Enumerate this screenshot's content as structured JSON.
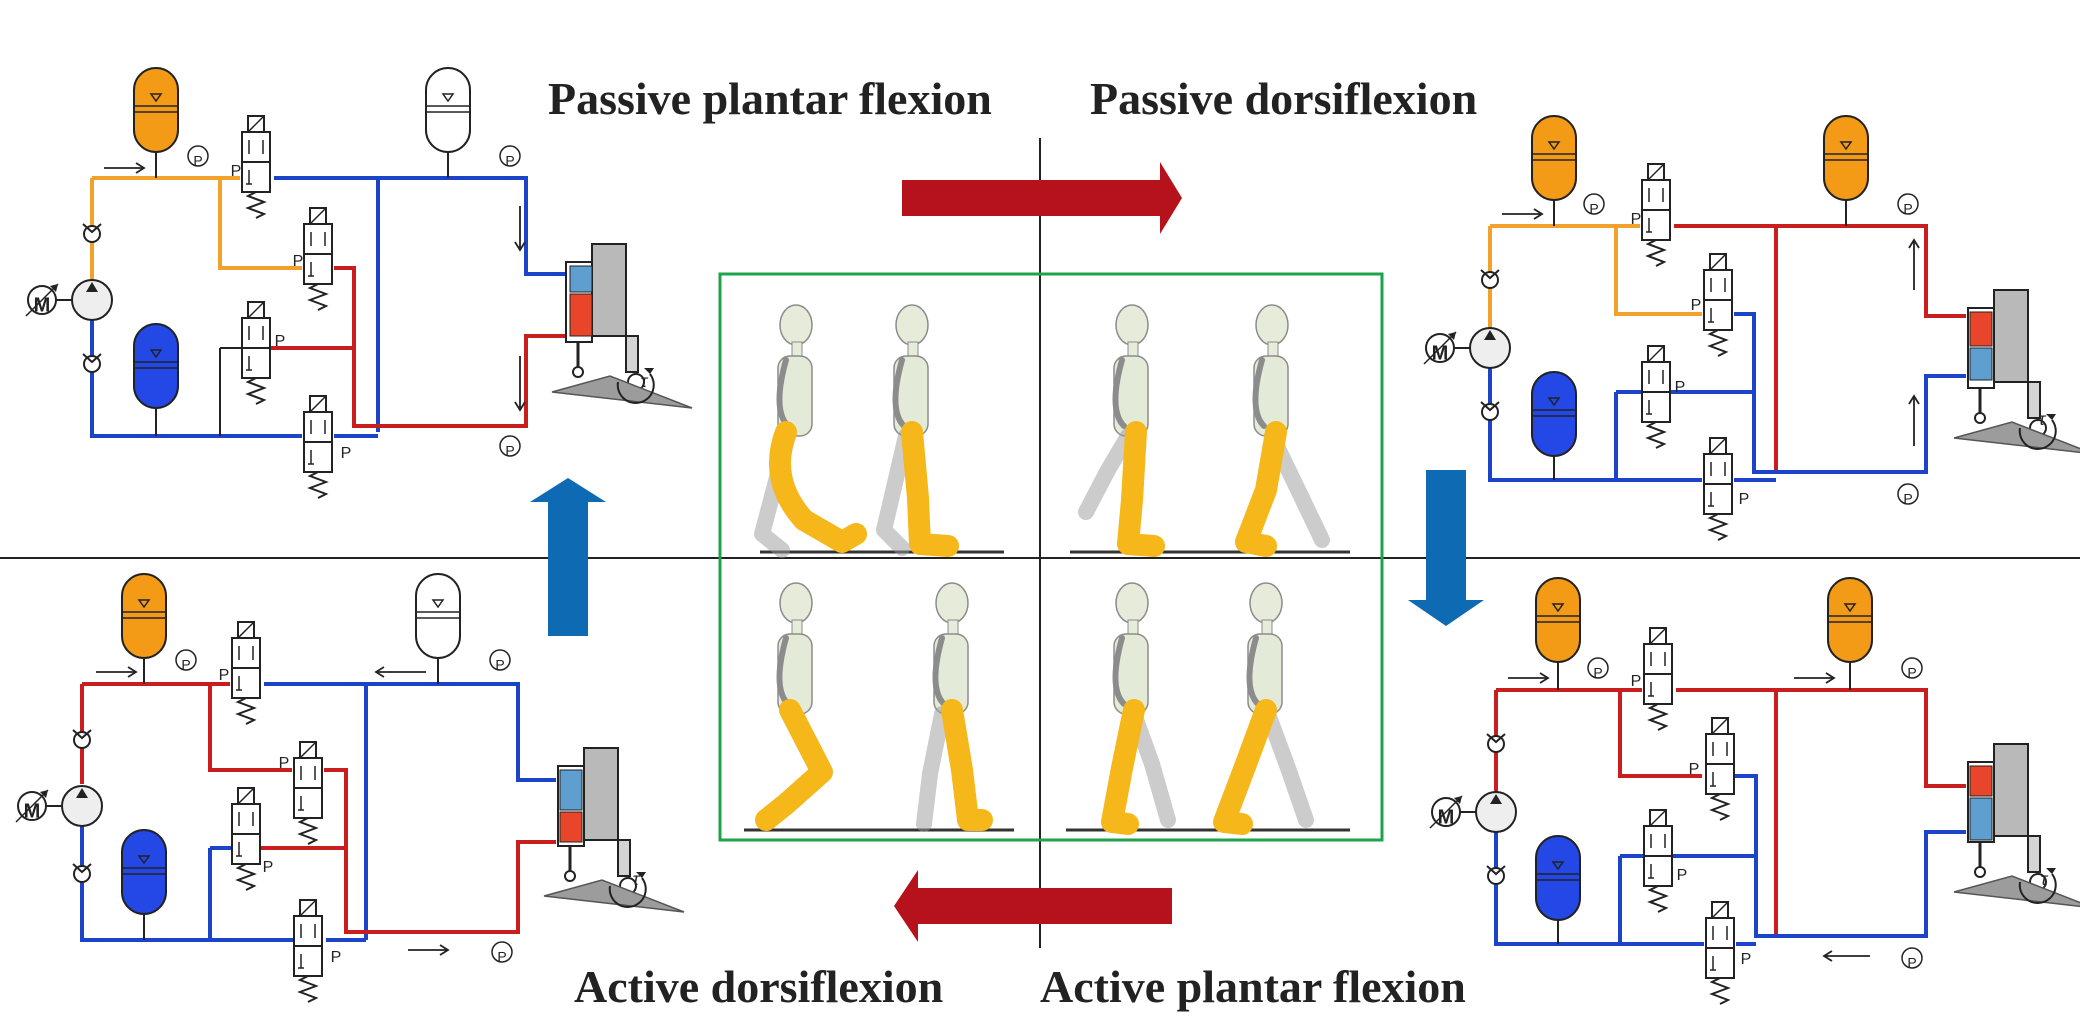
{
  "labels": {
    "passive_plantar_flexion": "Passive plantar flexion",
    "passive_dorsiflexion": "Passive dorsiflexion",
    "active_dorsiflexion": "Active dorsiflexion",
    "active_plantar_flexion": "Active plantar flexion"
  },
  "symbols": {
    "motor": "M",
    "pressure_gauge": "P",
    "port": "P",
    "torque": "τ"
  },
  "colors": {
    "high_pressure_accumulator": "#F39A16",
    "low_pressure_accumulator": "#2348E6",
    "high_pressure_line": "#C81E1E",
    "low_pressure_line": "#1C44C8",
    "charge_line": "#F2A12A",
    "flow_arrow_red": "#B5121B",
    "flow_arrow_blue": "#0E6AB3",
    "gait_frame": "#1FA34A",
    "leg_highlight": "#F5B719",
    "torso": "#E3EBD8"
  },
  "diagram": {
    "quadrants": [
      "passive_plantar_flexion",
      "passive_dorsiflexion",
      "active_plantar_flexion",
      "active_dorsiflexion"
    ],
    "cycle_arrows": [
      "right",
      "down",
      "left",
      "up"
    ]
  }
}
